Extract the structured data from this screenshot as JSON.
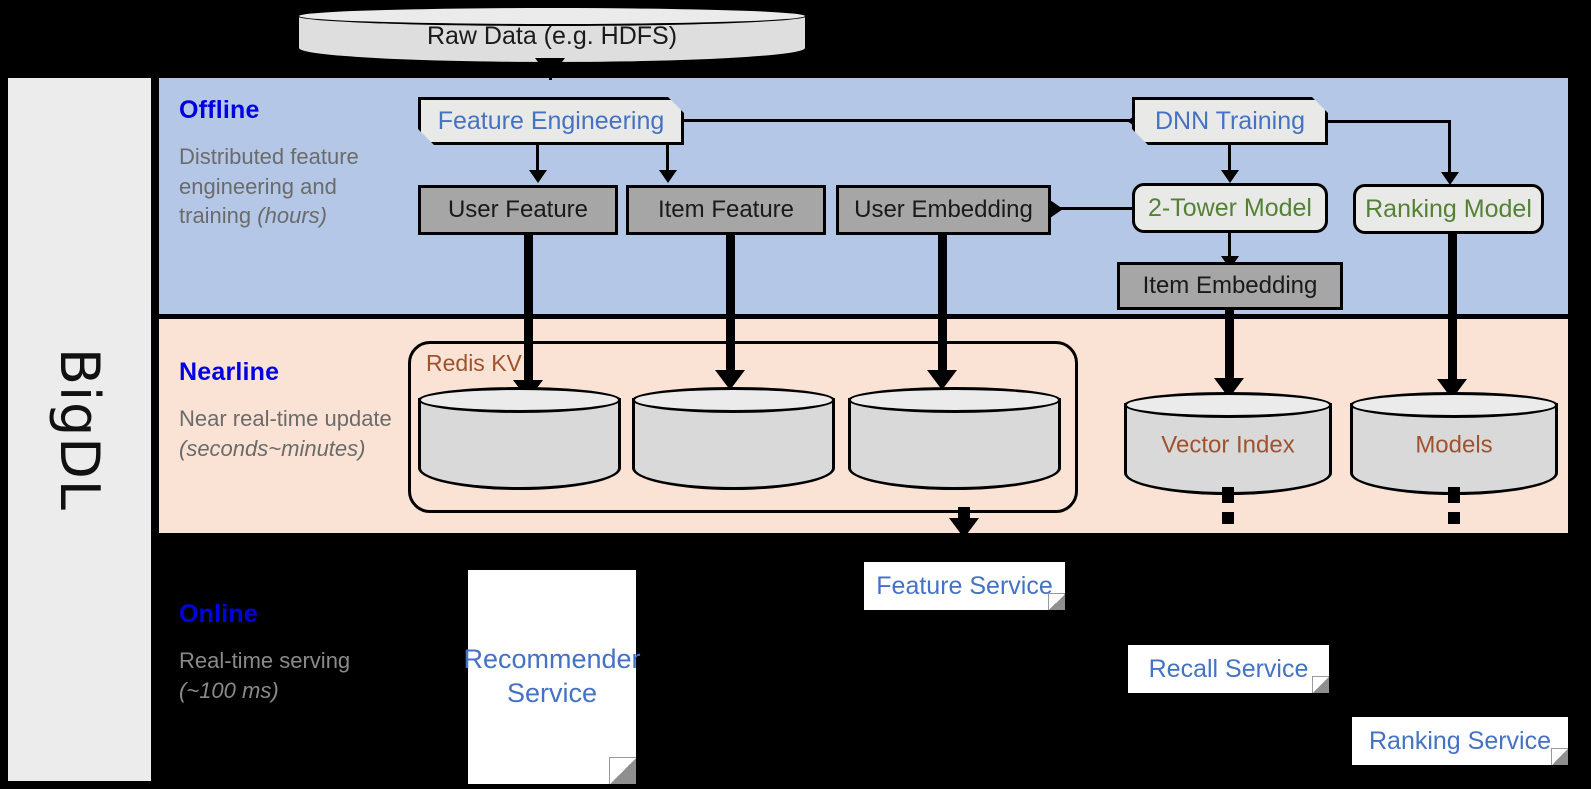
{
  "framework": {
    "name": "BigDL"
  },
  "top": {
    "raw_data": {
      "label": "Raw Data (e.g. HDFS)",
      "shape": "cylinder"
    }
  },
  "bands": [
    {
      "id": "offline",
      "title": "Offline",
      "subtitle": "Distributed feature engineering and training ",
      "subtitle_italic": "(hours)",
      "bg": "#b4c7e7"
    },
    {
      "id": "nearline",
      "title": "Nearline",
      "subtitle": "Near real-time update ",
      "subtitle_italic": "(seconds~minutes)",
      "bg": "#fae3d5"
    },
    {
      "id": "online",
      "title": "Online",
      "subtitle": "Real-time serving ",
      "subtitle_italic": "(~100 ms)",
      "bg": "#000000"
    }
  ],
  "offline": {
    "feature_engineering": {
      "label": "Feature Engineering",
      "text_color": "#4472c4"
    },
    "dnn_training": {
      "label": "DNN Training",
      "text_color": "#4472c4"
    },
    "two_tower_model": {
      "label": "2-Tower Model",
      "text_color": "#548235"
    },
    "ranking_model": {
      "label": "Ranking Model",
      "text_color": "#548235"
    },
    "stores": [
      {
        "label": "User Feature"
      },
      {
        "label": "Item Feature"
      },
      {
        "label": "User Embedding"
      },
      {
        "label": "Item Embedding"
      }
    ]
  },
  "nearline": {
    "redis_kv": {
      "label": "Redis KV",
      "text_color": "#a0522d"
    },
    "redis_cylinders": [
      {
        "label": ""
      },
      {
        "label": ""
      },
      {
        "label": ""
      }
    ],
    "vector_index": {
      "label": "Vector Index",
      "text_color": "#a0522d"
    },
    "models": {
      "label": "Models",
      "text_color": "#a0522d"
    }
  },
  "online": {
    "recommender_service": {
      "label": "Recommender Service"
    },
    "feature_service": {
      "label": "Feature Service"
    },
    "recall_service": {
      "label": "Recall Service"
    },
    "ranking_service": {
      "label": "Ranking Service"
    }
  },
  "colors": {
    "offline_bg": "#b4c7e7",
    "nearline_bg": "#fae3d5",
    "online_bg": "#000000",
    "store_fill": "#a6a6a6",
    "node_fill": "#e9e9e7",
    "blue_text": "#4472c4",
    "green_text": "#548235",
    "brown_text": "#a0522d",
    "band_title": "#0000e0",
    "band_sub": "#6b6b6b"
  }
}
